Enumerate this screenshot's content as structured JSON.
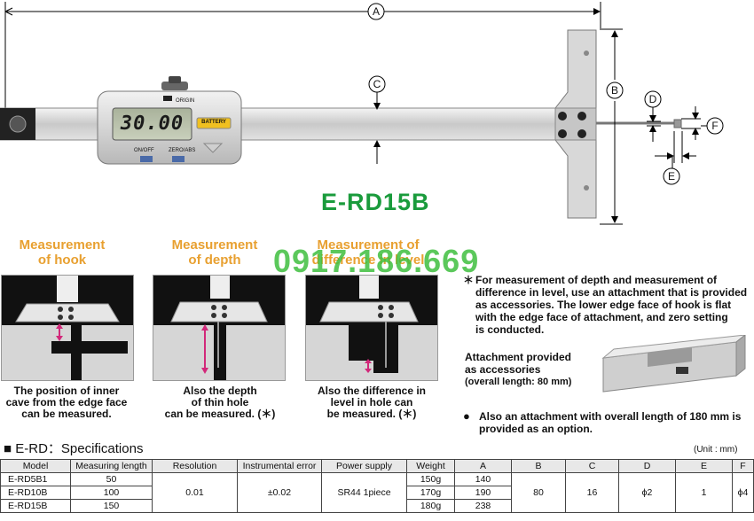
{
  "model_name": "E-RD15B",
  "dims": {
    "a": "A",
    "b": "B",
    "c": "C",
    "d": "D",
    "e": "E",
    "f": "F"
  },
  "caliper": {
    "display": "30.00",
    "origin": "ORIGIN",
    "battery": "BATTERY",
    "on_off": "ON/OFF",
    "zero_abs": "ZERO/ABS"
  },
  "watermark": "0917.186.669",
  "measurements": [
    {
      "heading": [
        "Measurement",
        "of hook"
      ],
      "caption": [
        "The position of inner",
        "cave from the edge face",
        "can be measured."
      ]
    },
    {
      "heading": [
        "Measurement",
        "of depth"
      ],
      "caption": [
        "Also the depth",
        "of thin hole",
        "can be measured. (＊)"
      ]
    },
    {
      "heading": [
        "Measurement of",
        "difference in level"
      ],
      "caption": [
        "Also the difference in",
        "level in hole can",
        "be measured. (＊)"
      ]
    }
  ],
  "notes": {
    "star_mark": "＊",
    "star_lines": [
      "For measurement of depth and measurement of",
      "difference in level, use an attachment that is provided",
      "as accessories. The lower edge face of hook is flat",
      "with the edge face of attachment, and zero setting",
      "is conducted."
    ],
    "attachment": [
      "Attachment provided",
      "as accessories",
      "(overall length: 80 mm)"
    ],
    "bullet_mark": "●",
    "bullet_lines": [
      "Also an attachment with overall length of 180 mm is",
      "provided as an option."
    ]
  },
  "specs": {
    "title": "E-RD：Specifications",
    "unit": "(Unit : mm)",
    "headers": [
      "Model",
      "Measuring length",
      "Resolution",
      "Instrumental error",
      "Power supply",
      "Weight",
      "A",
      "B",
      "C",
      "D",
      "E",
      "F"
    ],
    "rows": [
      {
        "model": "E-RD5B1",
        "length": "50",
        "weight": "150g",
        "a": "140"
      },
      {
        "model": "E-RD10B",
        "length": "100",
        "weight": "170g",
        "a": "190"
      },
      {
        "model": "E-RD15B",
        "length": "150",
        "weight": "180g",
        "a": "238"
      }
    ],
    "shared": {
      "resolution": "0.01",
      "error": "±0.02",
      "power": "SR44 1piece",
      "b": "80",
      "c": "16",
      "d": "ϕ2",
      "e": "1",
      "f": "ϕ4"
    }
  },
  "colors": {
    "heading": "#e8a030",
    "model": "#1a9b3c",
    "watermark": "#3fbf3f"
  }
}
